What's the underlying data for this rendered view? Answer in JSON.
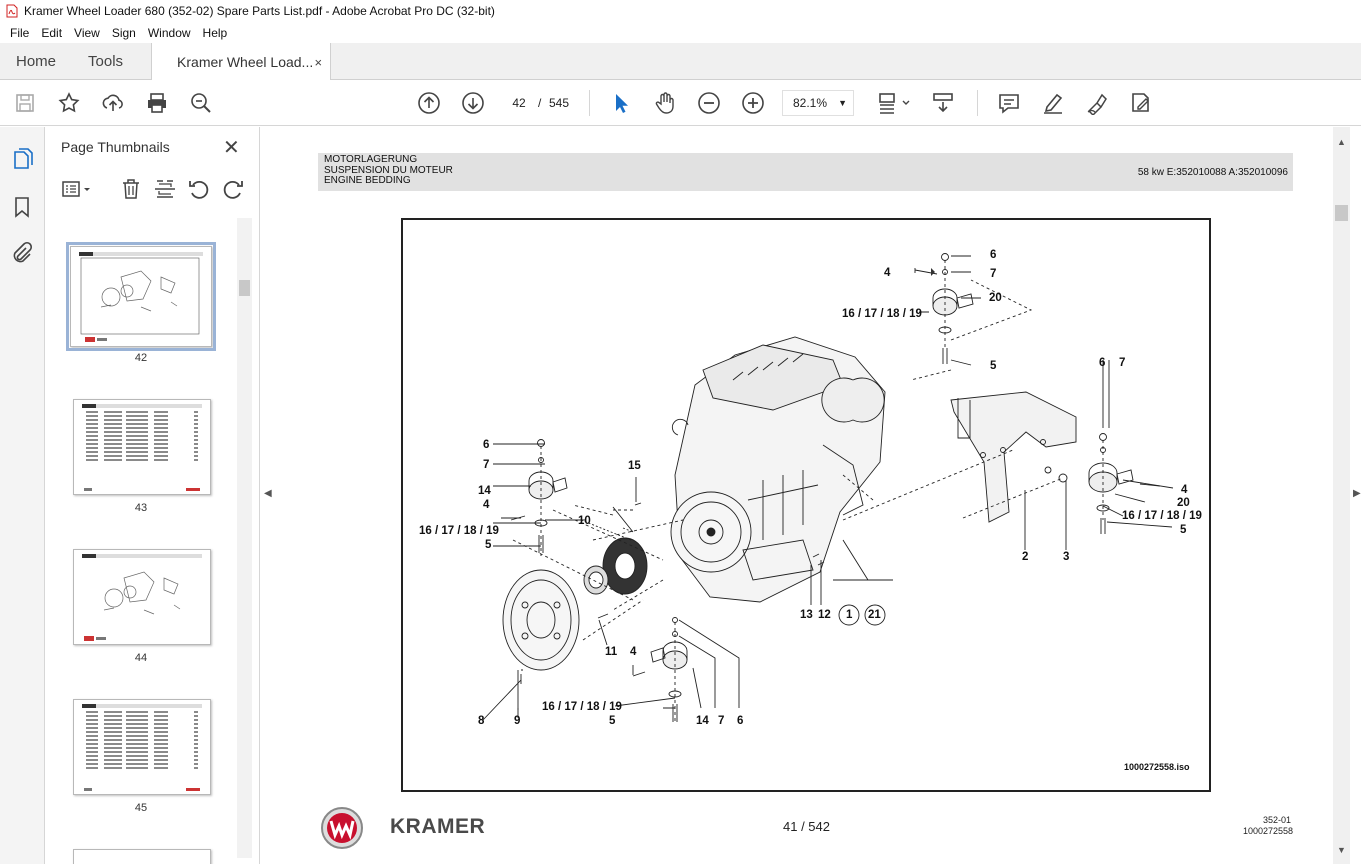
{
  "window": {
    "title": "Kramer Wheel Loader 680 (352-02) Spare Parts List.pdf - Adobe Acrobat Pro DC (32-bit)"
  },
  "menu": [
    "File",
    "Edit",
    "View",
    "Sign",
    "Window",
    "Help"
  ],
  "tabs": {
    "home": "Home",
    "tools": "Tools",
    "document": "Kramer Wheel Load...",
    "close": "×"
  },
  "toolbar": {
    "page_current": "42",
    "page_sep": "/",
    "page_total": "545",
    "zoom": "82.1%",
    "icons": [
      "save-icon",
      "bookmark-star-icon",
      "upload-icon",
      "print-icon",
      "search-zoom-icon",
      "page-up-icon",
      "page-down-icon",
      "select-cursor-icon",
      "hand-icon",
      "zoom-out-icon",
      "zoom-in-icon",
      "fit-page-icon",
      "scroll-mode-icon",
      "comment-icon",
      "highlight-pen-icon",
      "sign-icon",
      "edit-pdf-icon"
    ]
  },
  "thumbnails_panel": {
    "title": "Page Thumbnails",
    "close": "✕",
    "pages": [
      {
        "label": "42",
        "kind": "drawing",
        "selected": true
      },
      {
        "label": "43",
        "kind": "table",
        "selected": false
      },
      {
        "label": "44",
        "kind": "drawing",
        "selected": false
      },
      {
        "label": "45",
        "kind": "table",
        "selected": false
      }
    ]
  },
  "document": {
    "header_lines": [
      "MOTORLAGERUNG",
      "SUSPENSION DU MOTEUR",
      "ENGINE BEDDING"
    ],
    "header_right": "58 kw E:352010088 A:352010096",
    "callouts": {
      "c_4a": "4",
      "c_6a": "6",
      "c_7a": "7",
      "c_20a": "20",
      "c_16a": "16 / 17 / 18 / 19",
      "c_5a": "5",
      "c_6b": "6",
      "c_7b": "7",
      "c_4b": "4",
      "c_20b": "20",
      "c_16b": "16 / 17 / 18 / 19",
      "c_5b": "5",
      "c_2": "2",
      "c_3": "3",
      "c_6c": "6",
      "c_7c": "7",
      "c_14a": "14",
      "c_4c": "4",
      "c_16c": "16 / 17 / 18 / 19",
      "c_5c": "5",
      "c_15": "15",
      "c_10": "10",
      "c_13": "13",
      "c_12": "12",
      "c_1": "1",
      "c_21": "21",
      "c_11": "11",
      "c_4d": "4",
      "c_16d": "16 / 17 / 18 / 19",
      "c_5d": "5",
      "c_8": "8",
      "c_9": "9",
      "c_14b": "14",
      "c_7d": "7",
      "c_6d": "6"
    },
    "drawing_id": "1000272558.iso",
    "footer_brand": "KRAMER",
    "footer_page": "41 / 542",
    "footer_code1": "352-01",
    "footer_code2": "1000272558"
  }
}
